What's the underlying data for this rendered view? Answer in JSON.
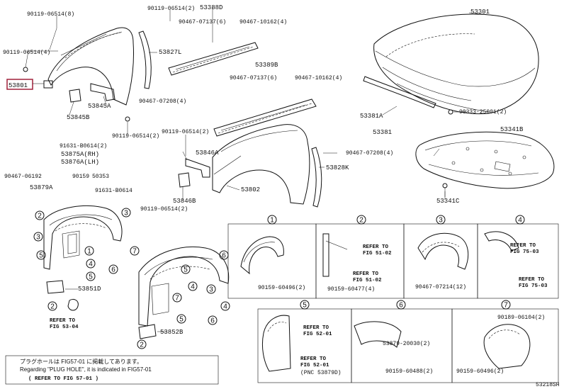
{
  "highlight_color": "#a0203a",
  "labels": {
    "p90119_top1": "90119-06514(8)",
    "p90119_top2": "90119-06514(2)",
    "p53388d": "53388D",
    "p90467_07137_6": "90467-07137(6)",
    "p90467_10162_4a": "90467-10162(4)",
    "p53301": "53301",
    "p90119_left": "90119-06514(4)",
    "p53827l": "53827L",
    "p53801": "53801",
    "p53389b": "53389B",
    "p90467_07137_6b": "90467-07137(6)",
    "p90467_10162_4b": "90467-10162(4)",
    "p90467_07208_4a": "90467-07208(4)",
    "p53845a": "53845A",
    "p53845b": "53845B",
    "p53381a": "53381A",
    "p90333": "90333-25001(2)",
    "p53381": "53381",
    "p90119_mid": "90119-06514(2)",
    "p90119_mid2": "90119-06514(2)",
    "p53341b": "53341B",
    "p91631_b": "91631-B0614(2)",
    "p53875a": "53875A(RH)",
    "p53876a": "53876A(LH)",
    "p53846a": "53846A",
    "p90467_07208_4b": "90467-07208(4)",
    "p90467_06192": "90467-06192",
    "p90159": "90159",
    "p50353": "50353",
    "p53828k": "53828K",
    "p53879a": "53879A",
    "p91631_b0614": "91631-B0614",
    "p53802": "53802",
    "p53341c": "53341C",
    "p53846b": "53846B",
    "p90119_bot": "90119-06514(2)",
    "p53851d": "53851D",
    "p53852b": "53852B",
    "p90159_60496_2": "90159-60496(2)",
    "p90159_60477_4": "90159-60477(4)",
    "p90467_07214_12": "90467-07214(12)",
    "p53879_20030": "53879-20030(2)",
    "p90159_60488_2": "90159-60488(2)",
    "p90189_06104_2": "90189-06104(2)",
    "p90159_60496_2b": "90159-60496(2)",
    "fig_code": "53218SH"
  },
  "refs": {
    "ref_53_04": [
      "REFER TO",
      "FIG 53-04"
    ],
    "ref_51_02a": [
      "REFER TO",
      "FIG 51-02"
    ],
    "ref_51_02b": [
      "REFER TO",
      "FIG 51-02"
    ],
    "ref_75_03a": [
      "REFER TO",
      "FIG 75-03"
    ],
    "ref_75_03b": [
      "REFER TO",
      "FIG 75-03"
    ],
    "ref_52_01a": [
      "REFER TO",
      "FIG 52-01"
    ],
    "ref_52_01b": [
      "REFER TO",
      "FIG 52-01"
    ],
    "ref_52_01b_pnc": "(PNC 53879D)"
  },
  "callouts": [
    "1",
    "2",
    "3",
    "4",
    "5",
    "6",
    "7"
  ],
  "note": {
    "line1": "プラグホールは FIG57-01 に掲載してあります。",
    "line2": "Regarding \"PLUG HOLE\", it is indicated in FIG57-01",
    "line3": "(     REFER TO FIG 57-01     )"
  }
}
